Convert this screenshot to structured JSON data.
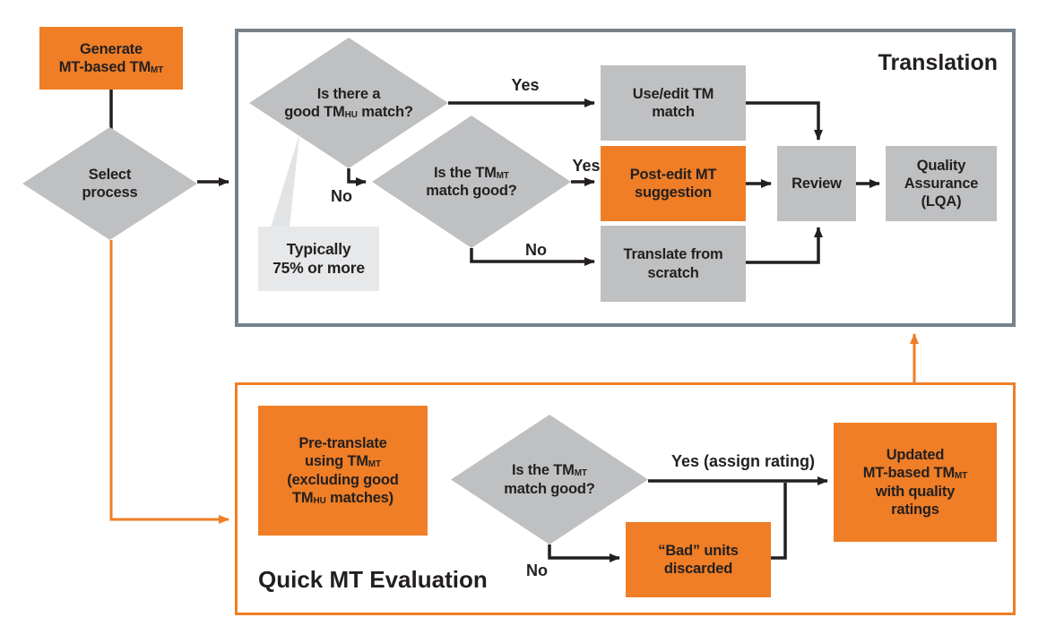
{
  "colors": {
    "orange": "#EF7E26",
    "gray": "#BFC0C2",
    "light_gray": "#E7E8E9",
    "pointer_gray": "#E2E3E5",
    "slate": "#76818A",
    "ink": "#231F20",
    "white": "#FFFFFF"
  },
  "sections": {
    "translation": {
      "title": "Translation"
    },
    "quick_mt": {
      "title": "Quick MT Evaluation"
    }
  },
  "nodes": {
    "generate": {
      "line1": "Generate",
      "line2": "MT-based TM",
      "line2_sub": "MT"
    },
    "select": {
      "line1": "Select",
      "line2": "process"
    },
    "tm_hu_decision": {
      "line1": "Is there a",
      "line2a": "good TM",
      "line2_sub": "HU",
      "line2b": " match?"
    },
    "use_edit": {
      "line1": "Use/edit TM",
      "line2": "match"
    },
    "tm_mt_decision": {
      "line1a": "Is the TM",
      "line1_sub": "MT",
      "line2": "match good?"
    },
    "post_edit": {
      "line1": "Post-edit MT",
      "line2": "suggestion"
    },
    "translate_scratch": {
      "line1": "Translate from",
      "line2": "scratch"
    },
    "review": {
      "line1": "Review"
    },
    "qa": {
      "line1": "Quality",
      "line2": "Assurance",
      "line3": "(LQA)"
    },
    "typically_note": {
      "line1": "Typically",
      "line2": "75% or more"
    },
    "pre_translate": {
      "line1": "Pre-translate",
      "line2a": "using TM",
      "line2_sub": "MT",
      "line3": "(excluding good",
      "line4a": "TM",
      "line4_sub": "HU",
      "line4b": " matches)"
    },
    "mt_eval_decision": {
      "line1a": "Is the TM",
      "line1_sub": "MT",
      "line2": "match good?"
    },
    "bad_units": {
      "line1": "“Bad” units",
      "line2": "discarded"
    },
    "updated_tm": {
      "line1": "Updated",
      "line2a": "MT-based TM",
      "line2_sub": "MT",
      "line3": "with quality",
      "line4": "ratings"
    }
  },
  "edge_labels": {
    "tm_hu_yes": "Yes",
    "tm_hu_no": "No",
    "tm_mt_yes": "Yes",
    "tm_mt_no": "No",
    "eval_yes": "Yes (assign rating)",
    "eval_no": "No"
  }
}
